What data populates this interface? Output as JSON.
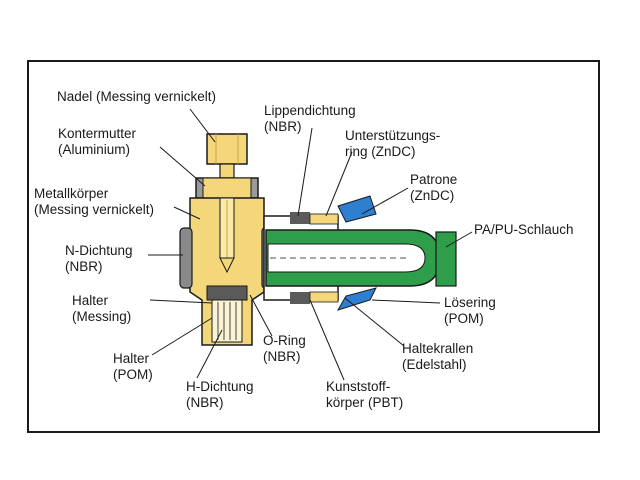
{
  "colors": {
    "brass": "#f4d77a",
    "brass_dark": "#c9a640",
    "steel": "#8a8a8a",
    "blue": "#2f7fd0",
    "green": "#2e9e4a",
    "line": "#1a1a1a"
  },
  "labels": {
    "nadel": [
      "Nadel (Messing vernickelt)"
    ],
    "kontermutter": [
      "Kontermutter",
      "(Aluminium)"
    ],
    "metallkoerper": [
      "Metallkörper",
      "(Messing vernickelt)"
    ],
    "n_dichtung": [
      "N-Dichtung",
      "(NBR)"
    ],
    "halter_messing": [
      "Halter",
      "(Messing)"
    ],
    "halter_pom": [
      "Halter",
      "(POM)"
    ],
    "h_dichtung": [
      "H-Dichtung",
      "(NBR)"
    ],
    "o_ring": [
      "O-Ring",
      "(NBR)"
    ],
    "lippendichtung": [
      "Lippendichtung",
      "(NBR)"
    ],
    "unterstuetzungsring": [
      "Unterstützungs-",
      "ring (ZnDC)"
    ],
    "patrone": [
      "Patrone",
      "(ZnDC)"
    ],
    "schlauch": [
      "PA/PU-Schlauch"
    ],
    "loesering": [
      "Lösering",
      "(POM)"
    ],
    "haltekrallen": [
      "Haltekrallen",
      "(Edelstahl)"
    ],
    "kunststoffkoerper": [
      "Kunststoff-",
      "körper (PBT)"
    ]
  }
}
